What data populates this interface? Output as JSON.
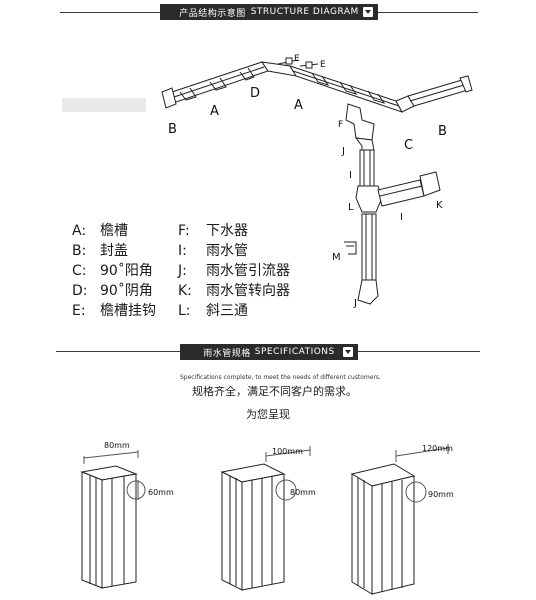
{
  "structure": {
    "title_cn": "产品结构示意图",
    "title_en": "STRUCTURE DIAGRAM",
    "labels": {
      "a1": "A",
      "a2": "A",
      "b1": "B",
      "b2": "B",
      "c": "C",
      "d": "D",
      "e1": "E",
      "e2": "E",
      "f": "F",
      "i1": "I",
      "i2": "I",
      "j1": "J",
      "j2": "J",
      "k": "K",
      "l": "L",
      "m": "M"
    },
    "legend_left": [
      {
        "key": "A:",
        "text": "檐槽"
      },
      {
        "key": "B:",
        "text": "封盖"
      },
      {
        "key": "C:",
        "text": "90˚阳角"
      },
      {
        "key": "D:",
        "text": "90˚阴角"
      },
      {
        "key": "E:",
        "text": "檐槽挂钩"
      }
    ],
    "legend_right": [
      {
        "key": "F:",
        "text": "下水器"
      },
      {
        "key": "I:",
        "text": "雨水管"
      },
      {
        "key": "J:",
        "text": "雨水管引流器"
      },
      {
        "key": "K:",
        "text": "雨水管转向器"
      },
      {
        "key": "L:",
        "text": "斜三通"
      }
    ]
  },
  "specs": {
    "title_cn": "雨水管规格",
    "title_en": "SPECIFICATIONS",
    "note_en": "Specifications complete, to meet the needs of different customers.",
    "note_cn": "规格齐全，满足不同客户的需求。",
    "present": "为您呈现",
    "pipes": [
      {
        "width": "80mm",
        "depth": "60mm"
      },
      {
        "width": "100mm",
        "depth": "80mm"
      },
      {
        "width": "120mm",
        "depth": "90mm"
      }
    ]
  }
}
